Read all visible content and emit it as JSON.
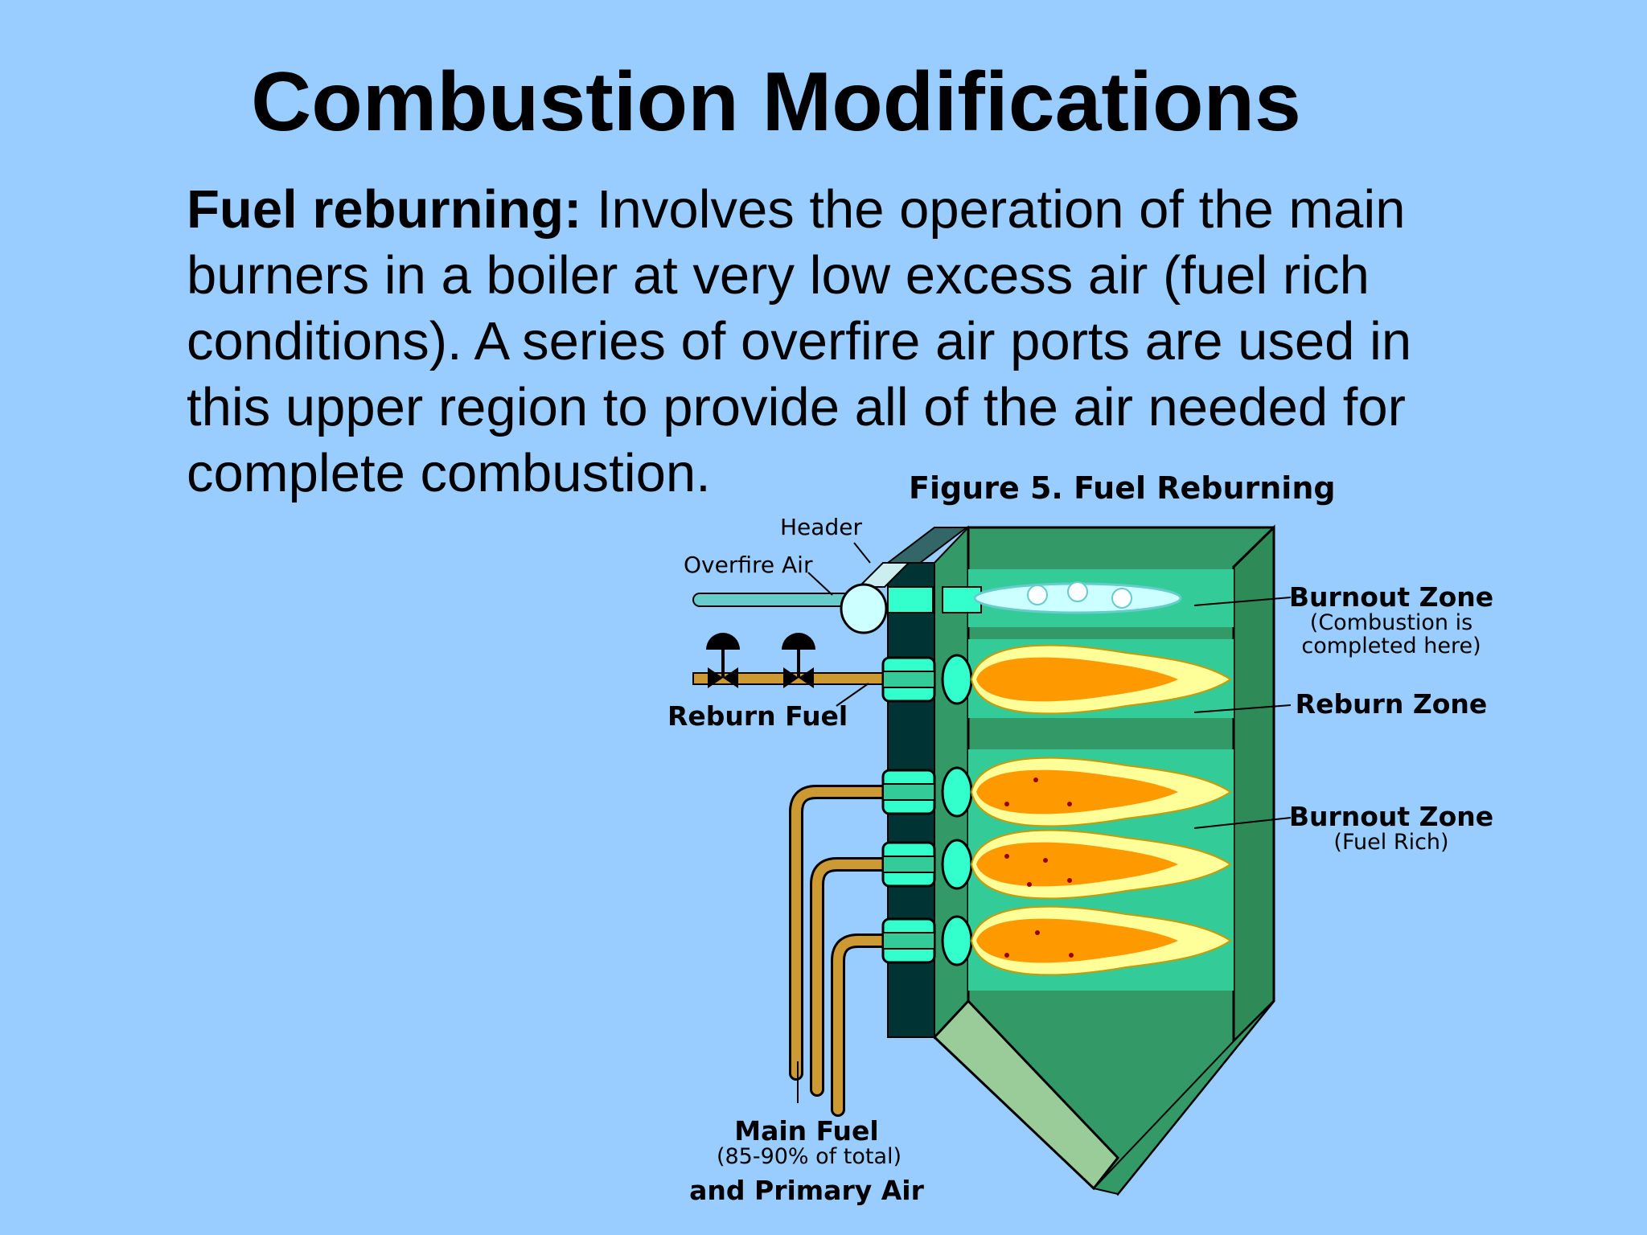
{
  "slide": {
    "title": "Combustion Modifications",
    "lead": "Fuel reburning:",
    "body": "Involves the operation of the main burners in a boiler at very low excess air (fuel rich conditions).  A series of overfire air ports are used in this upper region to provide all of the air needed for complete combustion."
  },
  "figure": {
    "caption": "Figure 5.    Fuel Reburning",
    "labels": {
      "header": "Header",
      "overfire_air": "Overfire  Air",
      "reburn_fuel": "Reburn Fuel",
      "burnout_zone_top": "Burnout Zone",
      "burnout_zone_top_note_1": "(Combustion is",
      "burnout_zone_top_note_2": "completed here)",
      "reburn_zone": "Reburn Zone",
      "burnout_zone_bottom": "Burnout Zone",
      "burnout_zone_bottom_note": "(Fuel Rich)",
      "main_fuel": "Main Fuel",
      "main_fuel_note": "(85-90% of total)",
      "primary_air": "and Primary Air"
    }
  },
  "colors": {
    "background": "#99ccff",
    "boiler_wall": "#339966",
    "boiler_dark": "#003333",
    "zone_band": "#33cc99",
    "burner": "#33ffcc",
    "pipe": "#cc9933",
    "flame_outer": "#ffff99",
    "flame_inner": "#ff9900",
    "hopper": "#99cc99"
  }
}
